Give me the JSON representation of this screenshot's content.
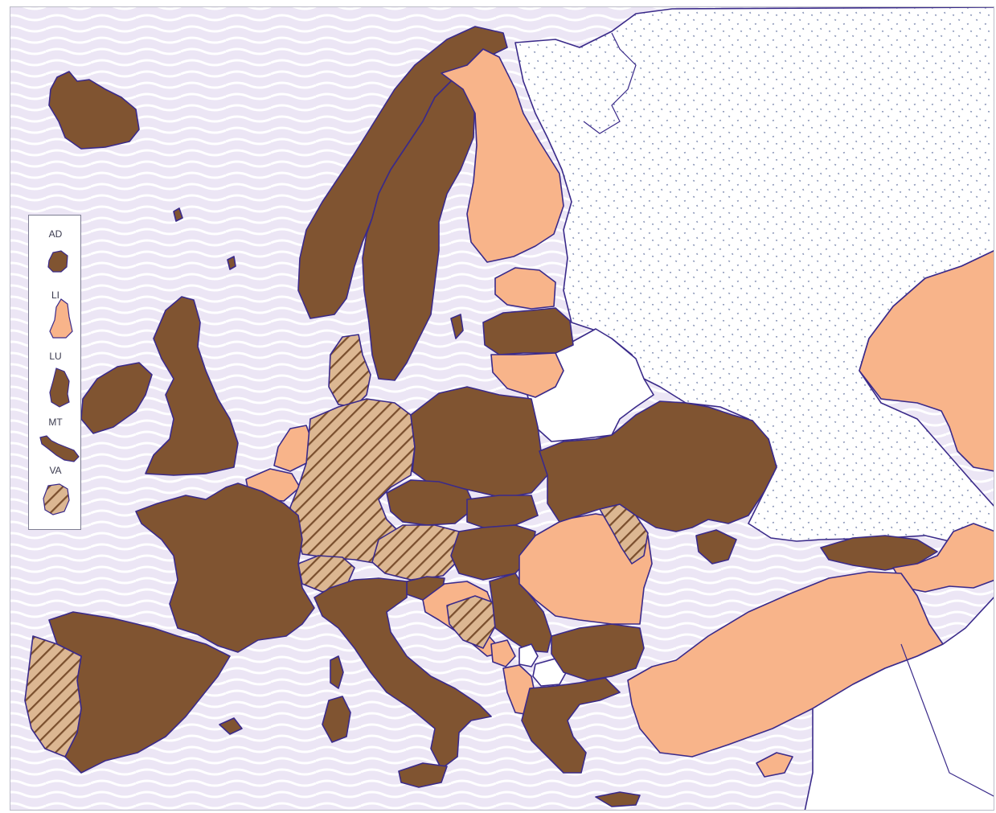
{
  "colors": {
    "sea": "#ece6f5",
    "sea_wave": "#ffffff",
    "dark_brown": "#805431",
    "light_salmon": "#f8b48a",
    "hatch_stripe": "#7a4f2e",
    "hatch_base": "#dcb792",
    "russia_fill": "#ffffff",
    "russia_dot": "#8a96b8",
    "border": "#3a2a8a"
  },
  "legend": {
    "items": [
      {
        "code": "AD",
        "fill": "dark"
      },
      {
        "code": "LI",
        "fill": "light"
      },
      {
        "code": "LU",
        "fill": "dark"
      },
      {
        "code": "MT",
        "fill": "dark"
      },
      {
        "code": "VA",
        "fill": "hatched"
      }
    ]
  }
}
